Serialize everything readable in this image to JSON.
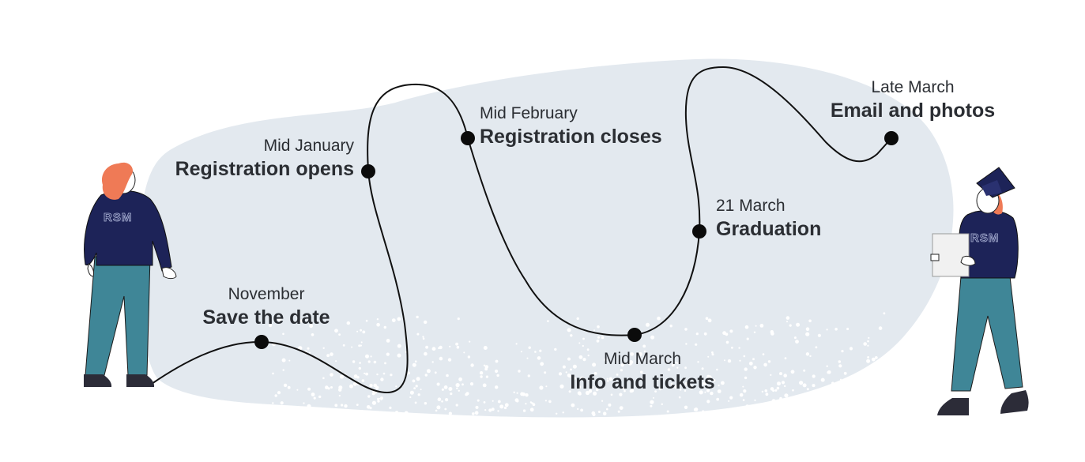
{
  "milestones": [
    {
      "when": "November",
      "what": "Save the date"
    },
    {
      "when": "Mid January",
      "what": "Registration opens"
    },
    {
      "when": "Mid February",
      "what": "Registration closes"
    },
    {
      "when": "Mid March",
      "what": "Info and tickets"
    },
    {
      "when": "21 March",
      "what": "Graduation"
    },
    {
      "when": "Late March",
      "what": "Email and photos"
    }
  ],
  "figures": {
    "left_shirt": "RSM",
    "right_shirt": "RSM"
  },
  "colors": {
    "blob": "#e3e9ef",
    "path": "#111111",
    "dot": "#0b0b0b",
    "navy": "#1d2358",
    "teal": "#3f8697",
    "hair": "#ef7a56",
    "skin": "#ffffff",
    "shoe": "#2c2c38"
  }
}
